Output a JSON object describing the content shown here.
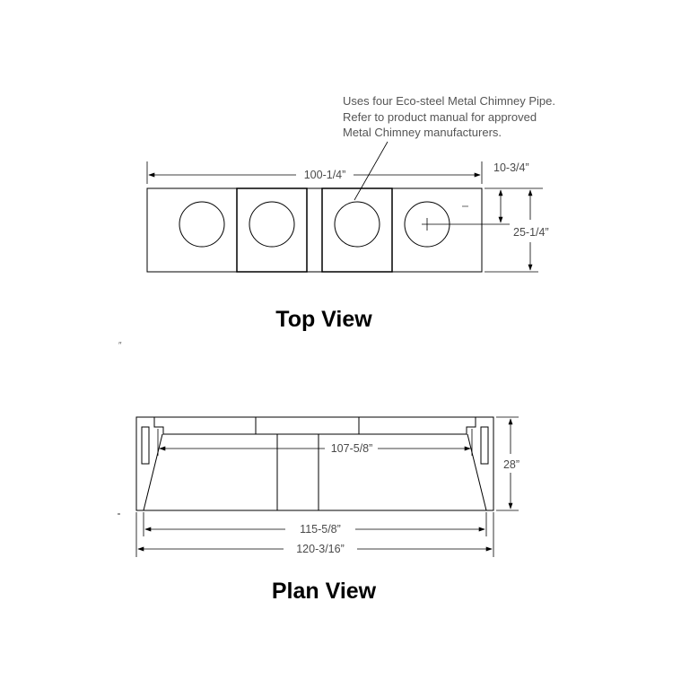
{
  "top_view": {
    "title": "Top View",
    "note": [
      "Uses four Eco-steel Metal Chimney Pipe.",
      "Refer to product manual for approved",
      "Metal Chimney manufacturers."
    ],
    "dimensions": {
      "width": "100-1/4”",
      "offset": "10-3/4”",
      "depth": "25-1/4”"
    }
  },
  "stray_mark": "″",
  "plan_view": {
    "title": "Plan View",
    "dimensions": {
      "inner": "107-5/8”",
      "height": "28”",
      "base": "115-5/8”",
      "overall": "120-3/16”"
    }
  }
}
